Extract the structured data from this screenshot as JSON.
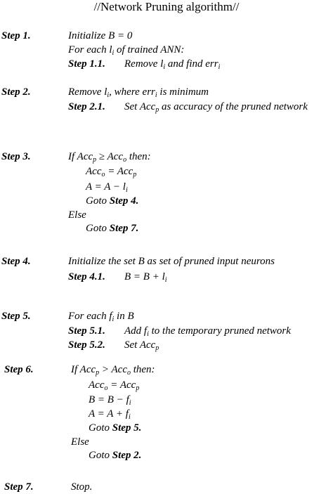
{
  "title": "//Network Pruning algorithm//",
  "steps": [
    {
      "label": "Step 1.",
      "lines": [
        [
          "Initialize ",
          "B = 0"
        ],
        [
          "For each ",
          "l",
          "i",
          " of trained ANN:"
        ],
        [
          "Step 1.1.",
          "Remove ",
          "l",
          "i",
          " and find ",
          "err",
          "i"
        ]
      ]
    },
    {
      "label": "Step 2.",
      "lines": [
        [
          "Remove ",
          "l",
          "i",
          ", where ",
          "err",
          "i",
          " is minimum"
        ],
        [
          "Step 2.1.",
          "Set ",
          "Acc",
          "p",
          " as accuracy of the pruned network"
        ]
      ]
    },
    {
      "label": "Step 3.",
      "lines": [
        [
          "If ",
          "Acc",
          "p",
          " ≥ ",
          "Acc",
          "o",
          " then:"
        ],
        [
          "Acc",
          "o",
          " = ",
          "Acc",
          "p"
        ],
        [
          "A = A − ",
          "l",
          "i"
        ],
        [
          "Goto ",
          "Step 4."
        ],
        [
          "Else"
        ],
        [
          "Goto ",
          "Step 7."
        ]
      ]
    },
    {
      "label": "Step 4.",
      "lines": [
        [
          "Initialize the set B as set of pruned input neurons"
        ],
        [
          "Step 4.1.",
          "B = B + ",
          "l",
          "i"
        ]
      ]
    },
    {
      "label": "Step 5.",
      "lines": [
        [
          "For each ",
          "f",
          "i",
          " in B"
        ],
        [
          "Step 5.1.",
          "Add ",
          "f",
          "i",
          " to the temporary pruned network"
        ],
        [
          "Step 5.2.",
          "Set ",
          "Acc",
          "p"
        ]
      ]
    },
    {
      "label": "Step 6.",
      "lines": [
        [
          "If ",
          "Acc",
          "p",
          " > ",
          "Acc",
          "o",
          " then:"
        ],
        [
          "Acc",
          "o",
          " = ",
          "Acc",
          "p"
        ],
        [
          "B = B − ",
          "f",
          "i"
        ],
        [
          "A = A + ",
          "f",
          "i"
        ],
        [
          "Goto ",
          "Step 5."
        ],
        [
          "Else"
        ],
        [
          "Goto ",
          "Step 2."
        ]
      ]
    },
    {
      "label": "Step 7.",
      "lines": [
        [
          "Stop."
        ]
      ]
    }
  ]
}
